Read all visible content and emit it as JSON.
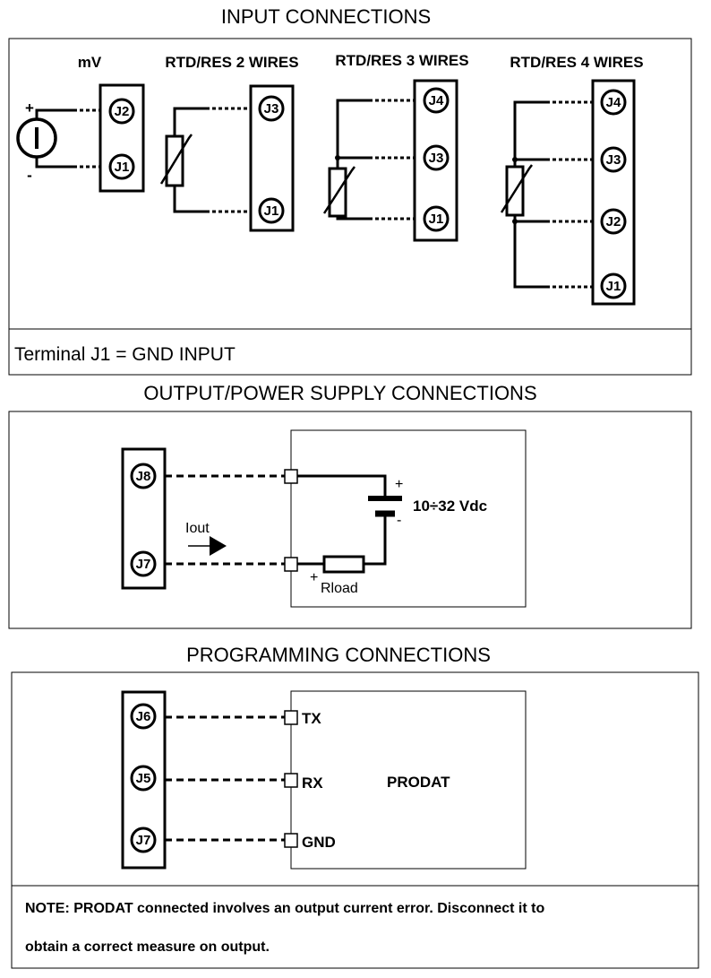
{
  "input": {
    "title": "INPUT CONNECTIONS",
    "mv_label": "mV",
    "rtd2_label": "RTD/RES 2 WIRES",
    "rtd3_label": "RTD/RES 3 WIRES",
    "rtd4_label": "RTD/RES 4 WIRES",
    "plus": "+",
    "minus": "-",
    "footer": "Terminal J1 = GND INPUT",
    "terminals": {
      "j1": "J1",
      "j2": "J2",
      "j3": "J3",
      "j4": "J4"
    }
  },
  "output": {
    "title": "OUTPUT/POWER SUPPLY CONNECTIONS",
    "j8": "J8",
    "j7": "J7",
    "iout": "Iout",
    "supply": "10÷32 Vdc",
    "plus": "+",
    "minus": "-",
    "rload": "Rload",
    "rload_plus": "+"
  },
  "programming": {
    "title": "PROGRAMMING CONNECTIONS",
    "j6": "J6",
    "j5": "J5",
    "j7": "J7",
    "tx": "TX",
    "rx": "RX",
    "gnd": "GND",
    "device": "PRODAT",
    "note_line1": "NOTE: PRODAT connected involves an output current error. Disconnect it to",
    "note_line2": "obtain a correct measure on output."
  }
}
